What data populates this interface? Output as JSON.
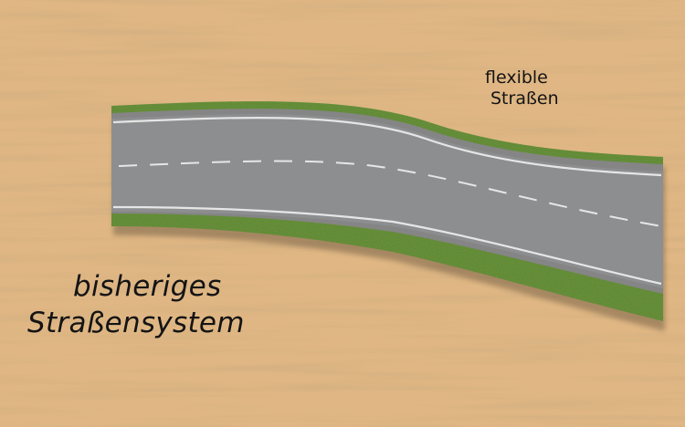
{
  "captions": {
    "flexible_line1": "flexible",
    "flexible_line2": "Straßen",
    "old_line1": "bisheriges",
    "old_line2": "Straßensystem"
  },
  "colors": {
    "wood": "#e0b784",
    "grass": "#5f8a32",
    "curb": "#858585",
    "asphalt": "#8c8d8f",
    "lane_markings": "#e6e6e6"
  }
}
